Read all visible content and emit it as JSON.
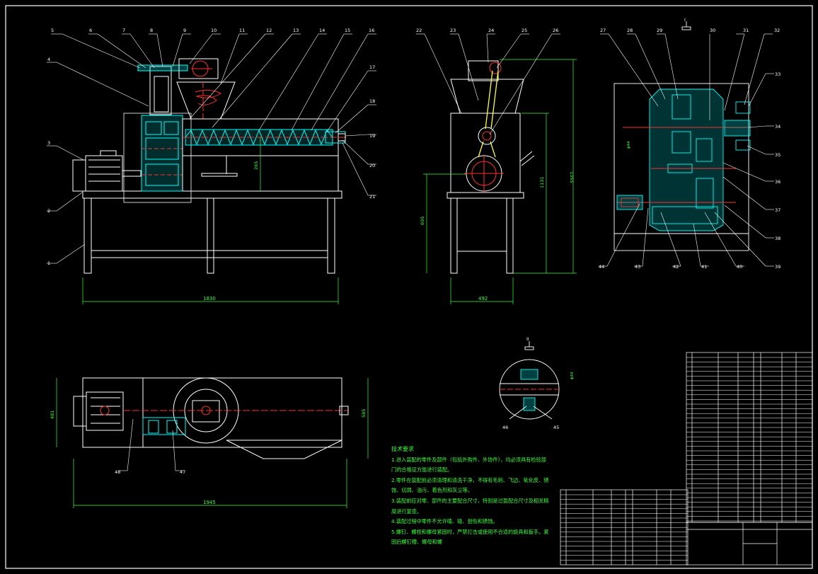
{
  "colors": {
    "background": "#000000",
    "outline": "#ffffff",
    "section_fill": "#00ffff",
    "cut_part": "#ff3030",
    "dimension": "#39ff39",
    "leader": "#ffffff"
  },
  "part_labels_front": [
    "1",
    "2",
    "3",
    "4",
    "5",
    "6",
    "7",
    "8",
    "9",
    "10",
    "11",
    "12",
    "13",
    "14",
    "15",
    "16",
    "17",
    "18",
    "19",
    "20",
    "21"
  ],
  "part_labels_side": [
    "22",
    "23",
    "24",
    "25",
    "26"
  ],
  "part_labels_gearbox": [
    "27",
    "28",
    "29",
    "30",
    "31",
    "32",
    "33",
    "34",
    "35",
    "36",
    "37",
    "38",
    "39",
    "40",
    "41",
    "42",
    "43",
    "44"
  ],
  "part_labels_detail": [
    "45",
    "46"
  ],
  "part_labels_plan": [
    "47",
    "48"
  ],
  "dimensions": {
    "front_length": "1830",
    "front_height": "265",
    "side_width": "492",
    "side_height_total": "1355",
    "side_height_mid": "1131",
    "side_height_leg": "695",
    "plan_length": "1945",
    "plan_width": "585",
    "plan_width_inner": "481"
  },
  "view_markers": {
    "gearbox_marker": "I",
    "detail_marker": "II"
  },
  "notes": {
    "title": "技术要求",
    "lines": [
      "1.进入装配的零件及部件（包括外购件、外协件），均必须具有检验部",
      "门的合格证方能进行装配。",
      "2.零件在装配前必须清理和清洗干净，不得有毛刺、飞边、氧化皮、锈",
      "蚀、切屑、油污、着色剂和灰尘等。",
      "3.装配前应对零、部件的主要配合尺寸，特别是过盈配合尺寸及相关精",
      "度进行复查。",
      "4.装配过程中零件不允许磕、碰、划伤和锈蚀。",
      "5.螺钉、螺栓和螺母紧固时，严禁打击或使用不合适的旋具和扳手。紧",
      "固后螺钉槽、螺母和螺"
    ]
  }
}
